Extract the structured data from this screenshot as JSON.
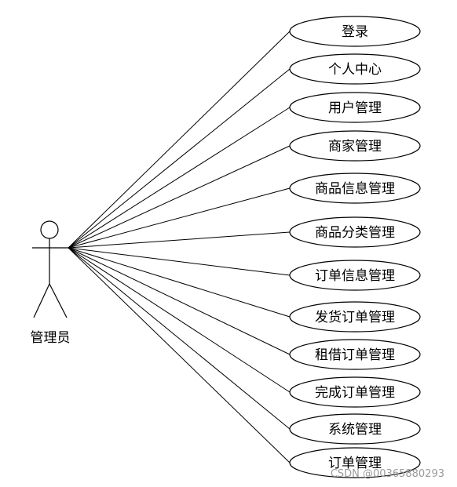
{
  "actor": {
    "label": "管理员"
  },
  "use_cases": [
    "登录",
    "个人中心",
    "用户管理",
    "商家管理",
    "商品信息管理",
    "商品分类管理",
    "订单信息管理",
    "发货订单管理",
    "租借订单管理",
    "完成订单管理",
    "系统管理",
    "订单管理"
  ],
  "watermark": "CSDN @00365880293"
}
